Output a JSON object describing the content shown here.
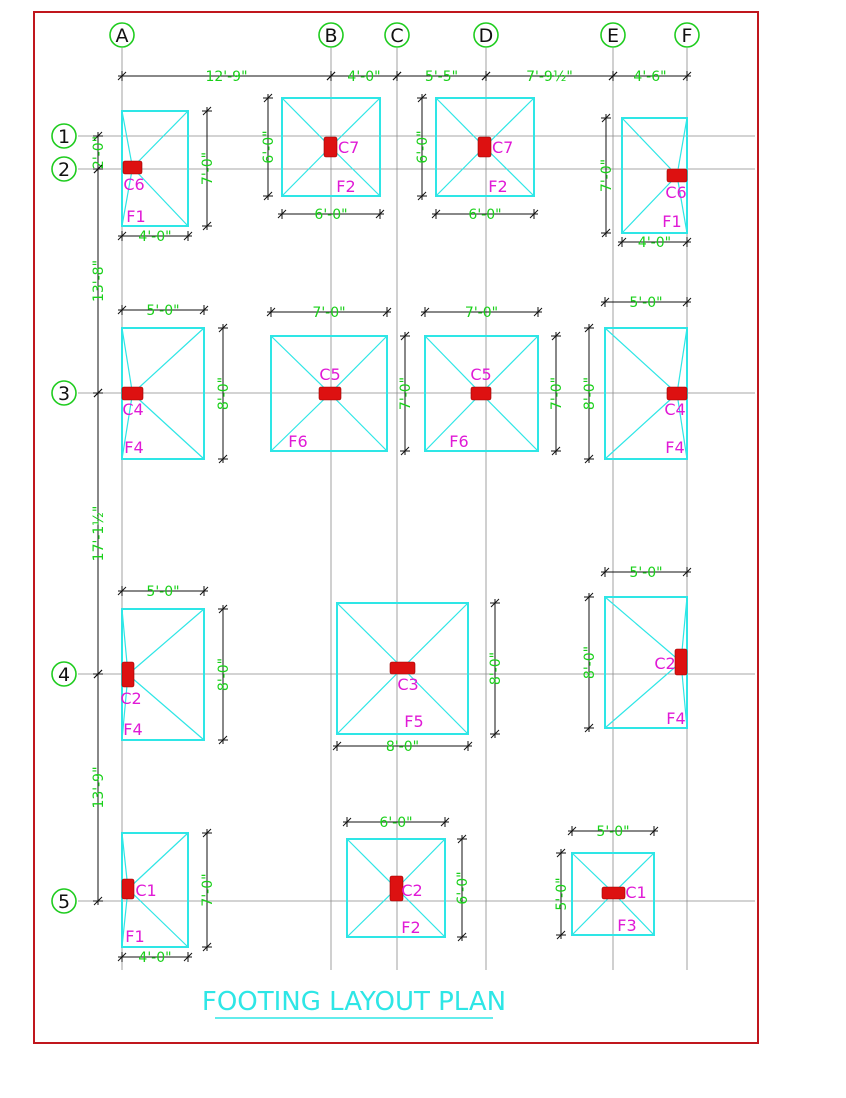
{
  "title": "FOOTING LAYOUT PLAN",
  "colors": {
    "border": "#c0161d",
    "footing": "#2ee6e6",
    "column": "#dd1111",
    "dimension": "#19d019",
    "label": "#e01ad6",
    "bubble": "#1fcc1f",
    "grid": "#8a8a8a"
  },
  "grid": {
    "columns": [
      {
        "label": "A"
      },
      {
        "label": "B"
      },
      {
        "label": "C"
      },
      {
        "label": "D"
      },
      {
        "label": "E"
      },
      {
        "label": "F"
      }
    ],
    "rows": [
      {
        "label": "1"
      },
      {
        "label": "2"
      },
      {
        "label": "3"
      },
      {
        "label": "4"
      },
      {
        "label": "5"
      }
    ],
    "column_spacing": [
      "12'-9\"",
      "4'-0\"",
      "5'-5\"",
      "7'-9½\"",
      "4'-6\""
    ],
    "row_spacing": [
      "2'-0\"",
      "13'-8\"",
      "17'-1½\"",
      "13'-9\""
    ]
  },
  "footings": [
    {
      "footing": "F1",
      "column": "C6",
      "width": "4'-0\"",
      "length": "7'-0\""
    },
    {
      "footing": "F2",
      "column": "C7",
      "width": "6'-0\"",
      "length": "6'-0\""
    },
    {
      "footing": "F2",
      "column": "C7",
      "width": "6'-0\"",
      "length": "6'-0\""
    },
    {
      "footing": "F1",
      "column": "C6",
      "width": "4'-0\"",
      "length": "7'-0\""
    },
    {
      "footing": "F4",
      "column": "C4",
      "width": "5'-0\"",
      "length": "8'-0\""
    },
    {
      "footing": "F6",
      "column": "C5",
      "width": "7'-0\"",
      "length": "7'-0\""
    },
    {
      "footing": "F6",
      "column": "C5",
      "width": "7'-0\"",
      "length": "7'-0\""
    },
    {
      "footing": "F4",
      "column": "C4",
      "width": "5'-0\"",
      "length": "8'-0\""
    },
    {
      "footing": "F4",
      "column": "C2",
      "width": "5'-0\"",
      "length": "8'-0\""
    },
    {
      "footing": "F5",
      "column": "C3",
      "width": "8'-0\"",
      "length": "8'-0\""
    },
    {
      "footing": "F4",
      "column": "C2",
      "width": "5'-0\"",
      "length": "8'-0\""
    },
    {
      "footing": "F1",
      "column": "C1",
      "width": "4'-0\"",
      "length": "7'-0\""
    },
    {
      "footing": "F2",
      "column": "C2",
      "width": "6'-0\"",
      "length": "6'-0\""
    },
    {
      "footing": "F3",
      "column": "C1",
      "width": "5'-0\"",
      "length": "5'-0\""
    }
  ]
}
